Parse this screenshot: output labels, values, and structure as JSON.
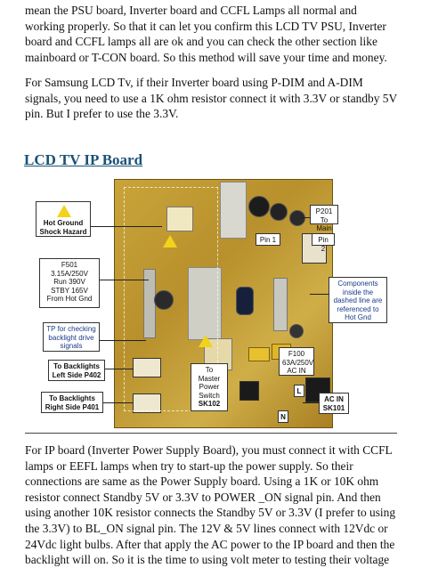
{
  "paragraphs": {
    "intro": "mean the PSU board, Inverter board and CCFL Lamps all normal and working properly. So that it can let you confirm this LCD TV PSU, Inverter board and CCFL lamps all are ok and you can check the other section like mainboard or T-CON board. So this method will save your time and money.",
    "samsung": "For Samsung LCD Tv, if their Inverter board using P-DIM and A-DIM signals, you need to use a 1K ohm resistor connect it with 3.3V or standby 5V pin. But I prefer to use the 3.3V.",
    "ip_board": "For IP board (Inverter Power Supply Board), you must connect it with CCFL lamps or EEFL lamps when try to start-up the power supply. So their connections are same as the Power Supply board. Using a 1K or 10K ohm resistor connect Standby 5V or 3.3V to POWER _ON signal pin. And then using another 10K resistor connects the Standby 5V or 3.3V (I prefer to using the 3.3V) to BL_ON signal pin. The 12V & 5V lines connect with 12Vdc or 24Vdc light bulbs. After that apply the AC power to the IP board and then the backlight will on. So it is the time to using volt meter to testing their voltage"
  },
  "heading": "LCD TV IP Board",
  "labels": {
    "hot_ground": [
      "Hot Ground",
      "Shock Hazard"
    ],
    "f501": [
      "F501",
      "3.15A/250V",
      "Run 390V",
      "STBY 165V",
      "From Hot Gnd"
    ],
    "tp": [
      "TP for checking",
      "backlight drive",
      "signals"
    ],
    "to_backlights_left": [
      "To Backlights",
      "Left Side P402"
    ],
    "to_backlights_right": [
      "To Backlights",
      "Right Side P401"
    ],
    "master_switch": [
      "To",
      "Master",
      "Power",
      "Switch",
      "SK102"
    ],
    "p201": [
      "P201",
      "To Main"
    ],
    "pin1": "Pin 1",
    "pin2": "Pin 2",
    "components": [
      "Components",
      "inside the",
      "dashed line are",
      "referenced to",
      "Hot Gnd"
    ],
    "f100": [
      "F100",
      "63A/250V",
      "AC IN"
    ],
    "ac_in": [
      "AC IN",
      "SK101"
    ],
    "l_mark": "L",
    "n_mark": "N"
  }
}
